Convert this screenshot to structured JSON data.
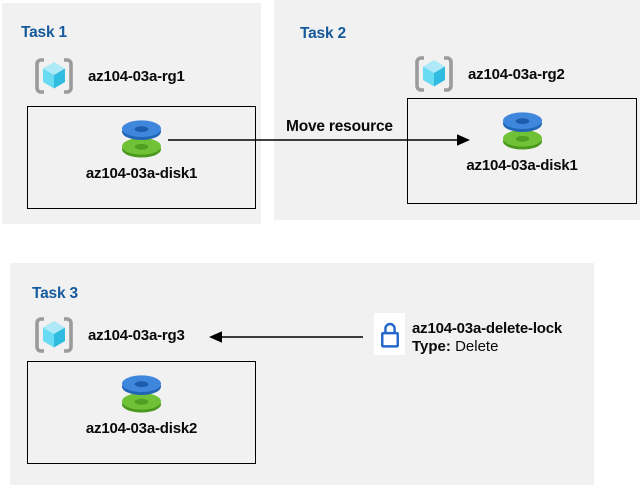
{
  "tasks": [
    {
      "title": "Task 1",
      "resource_group": "az104-03a-rg1",
      "resource": "az104-03a-disk1"
    },
    {
      "title": "Task 2",
      "resource_group": "az104-03a-rg2",
      "resource": "az104-03a-disk1"
    },
    {
      "title": "Task 3",
      "resource_group": "az104-03a-rg3",
      "resource": "az104-03a-disk2"
    }
  ],
  "annotations": {
    "move_label": "Move resource",
    "lock_name": "az104-03a-delete-lock",
    "lock_type_label": "Type:",
    "lock_type_value": "Delete"
  },
  "icons": {
    "resource_group": "resource-group-icon",
    "disk": "managed-disk-icon",
    "lock": "lock-icon"
  },
  "colors": {
    "panel_bg": "#f1f1f1",
    "task_title_blue": "#155a9c",
    "arrow_black": "#000000",
    "lock_blue": "#2667cb",
    "disk_blue_top": "#3f86dd",
    "disk_blue_side": "#2166b5",
    "disk_green_top": "#6fc135",
    "disk_green_side": "#4c981f",
    "cube_top": "#ade9f6",
    "cube_left": "#69dcf3",
    "cube_right": "#2fbce0",
    "bracket_gray": "#9b9b9b"
  }
}
